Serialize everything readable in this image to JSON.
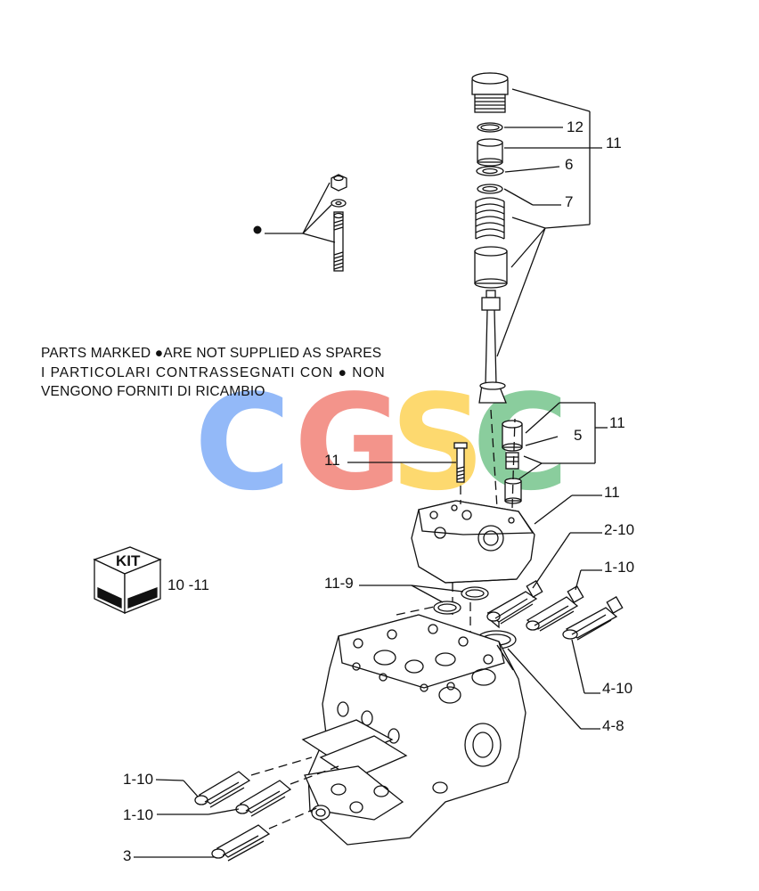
{
  "notes": {
    "line1": "PARTS MARKED",
    "line1_rest": "ARE NOT SUPPLIED AS SPARES",
    "line2": "I PARTICOLARI CONTRASSEGNATI CON",
    "line2_rest": "NON",
    "line3": "VENGONO FORNITI DI RICAMBIO"
  },
  "watermark": {
    "letters": [
      "C",
      "G",
      "S",
      "C"
    ],
    "colors": [
      "#8ab4f8",
      "#f28b82",
      "#fdd663",
      "#81c995"
    ]
  },
  "kit": {
    "label": "KIT",
    "ref": "10 -11"
  },
  "callouts": {
    "c12": "12",
    "c11_top": "11",
    "c6": "6",
    "c7": "7",
    "c11_mid": "11",
    "c5": "5",
    "c11_bolt": "11",
    "c11_cover": "11",
    "c2_10": "2-10",
    "c1_10_right": "1-10",
    "c11_9": "11-9",
    "c4_10": "4-10",
    "c4_8": "4-8",
    "c1_10_left_a": "1-10",
    "c1_10_left_b": "1-10",
    "c3": "3"
  }
}
